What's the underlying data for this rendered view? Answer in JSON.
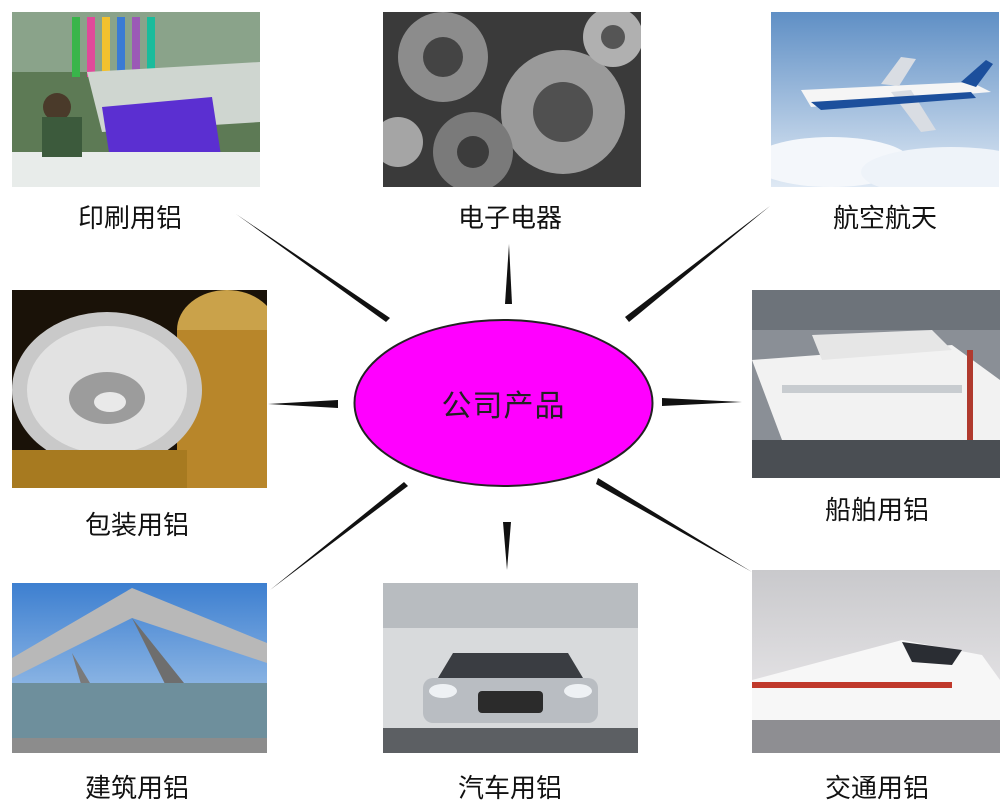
{
  "center": {
    "label": "公司产品",
    "color": "#ff00ff"
  },
  "nodes": [
    {
      "key": "printing",
      "label": "印刷用铝"
    },
    {
      "key": "electronics",
      "label": "电子电器"
    },
    {
      "key": "aerospace",
      "label": "航空航天"
    },
    {
      "key": "packaging",
      "label": "包装用铝"
    },
    {
      "key": "marine",
      "label": "船舶用铝"
    },
    {
      "key": "construction",
      "label": "建筑用铝"
    },
    {
      "key": "automotive",
      "label": "汽车用铝"
    },
    {
      "key": "transport",
      "label": "交通用铝"
    }
  ]
}
